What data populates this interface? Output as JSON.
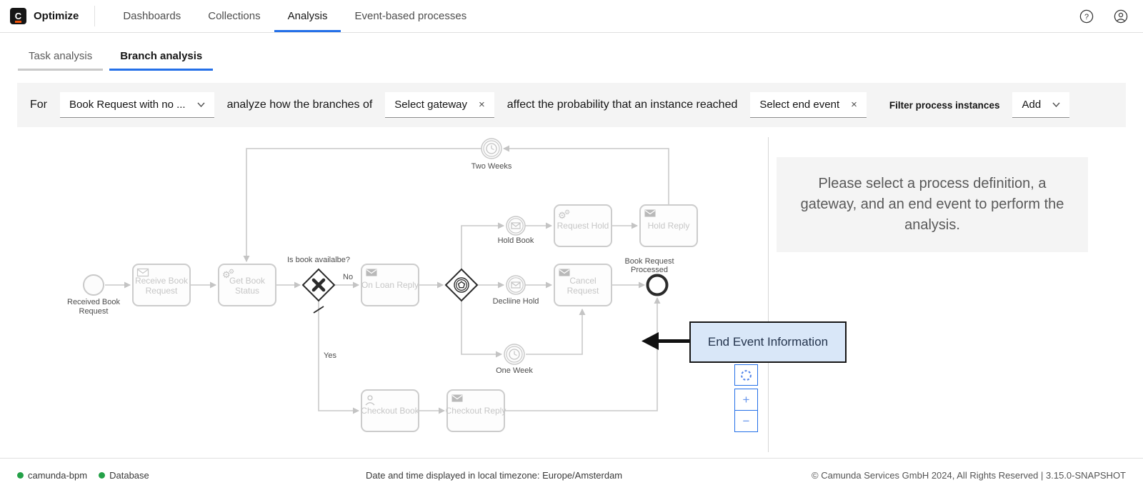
{
  "app": {
    "logo_letter": "C",
    "product": "Optimize"
  },
  "nav": {
    "items": [
      {
        "label": "Dashboards",
        "active": false
      },
      {
        "label": "Collections",
        "active": false
      },
      {
        "label": "Analysis",
        "active": true
      },
      {
        "label": "Event-based processes",
        "active": false
      }
    ]
  },
  "header_icons": {
    "help_glyph": "?"
  },
  "tabs": [
    {
      "label": "Task analysis",
      "active": false
    },
    {
      "label": "Branch analysis",
      "active": true
    }
  ],
  "filter_bar": {
    "for_label": "For",
    "definition_select": {
      "value": "Book Request with no ..."
    },
    "text_branches": "analyze how the branches of",
    "gateway_select": {
      "placeholder": "Select gateway",
      "clear": "×"
    },
    "text_probability": "affect the probability that an instance reached",
    "end_event_select": {
      "placeholder": "Select end event",
      "clear": "×"
    },
    "filter_label": "Filter process instances",
    "add_button": "Add"
  },
  "diagram": {
    "labels": {
      "start": [
        "Received Book",
        "Request"
      ],
      "receive_book": [
        "Receive Book",
        "Request"
      ],
      "get_book": [
        "Get Book",
        "Status"
      ],
      "gateway_question": "Is book availalbe?",
      "no": "No",
      "yes": "Yes",
      "on_loan": "On Loan Reply",
      "hold_book": "Hold Book",
      "request_hold": "Request Hold",
      "hold_reply": "Hold Reply",
      "two_weeks": "Two Weeks",
      "decline_hold": "Decliine Hold",
      "cancel_request": [
        "Cancel",
        "Request"
      ],
      "one_week": "One Week",
      "end_event": [
        "Book Request",
        "Processed"
      ],
      "checkout_book": "Checkout Book",
      "checkout_reply": "Checkout Reply"
    }
  },
  "tooltip": {
    "text": "End Event Information"
  },
  "placeholder_panel": {
    "message": "Please select a process definition, a gateway, and an end event to perform the analysis."
  },
  "zoom_controls": {
    "zoom_in": "+",
    "zoom_out": "−"
  },
  "footer": {
    "connections": [
      {
        "label": "camunda-bpm"
      },
      {
        "label": "Database"
      }
    ],
    "timezone_note": "Date and time displayed in local timezone: Europe/Amsterdam",
    "copyright": "© Camunda Services GmbH 2024, All Rights Reserved | 3.15.0-SNAPSHOT"
  },
  "colors": {
    "accent": "#2470e8",
    "accent_light": "#6695ec",
    "success_green": "#24a148",
    "diagram_stroke": "#c9c9c9",
    "highlight_dark": "#2b2b2b",
    "tooltip_bg": "#d9e7f8"
  }
}
